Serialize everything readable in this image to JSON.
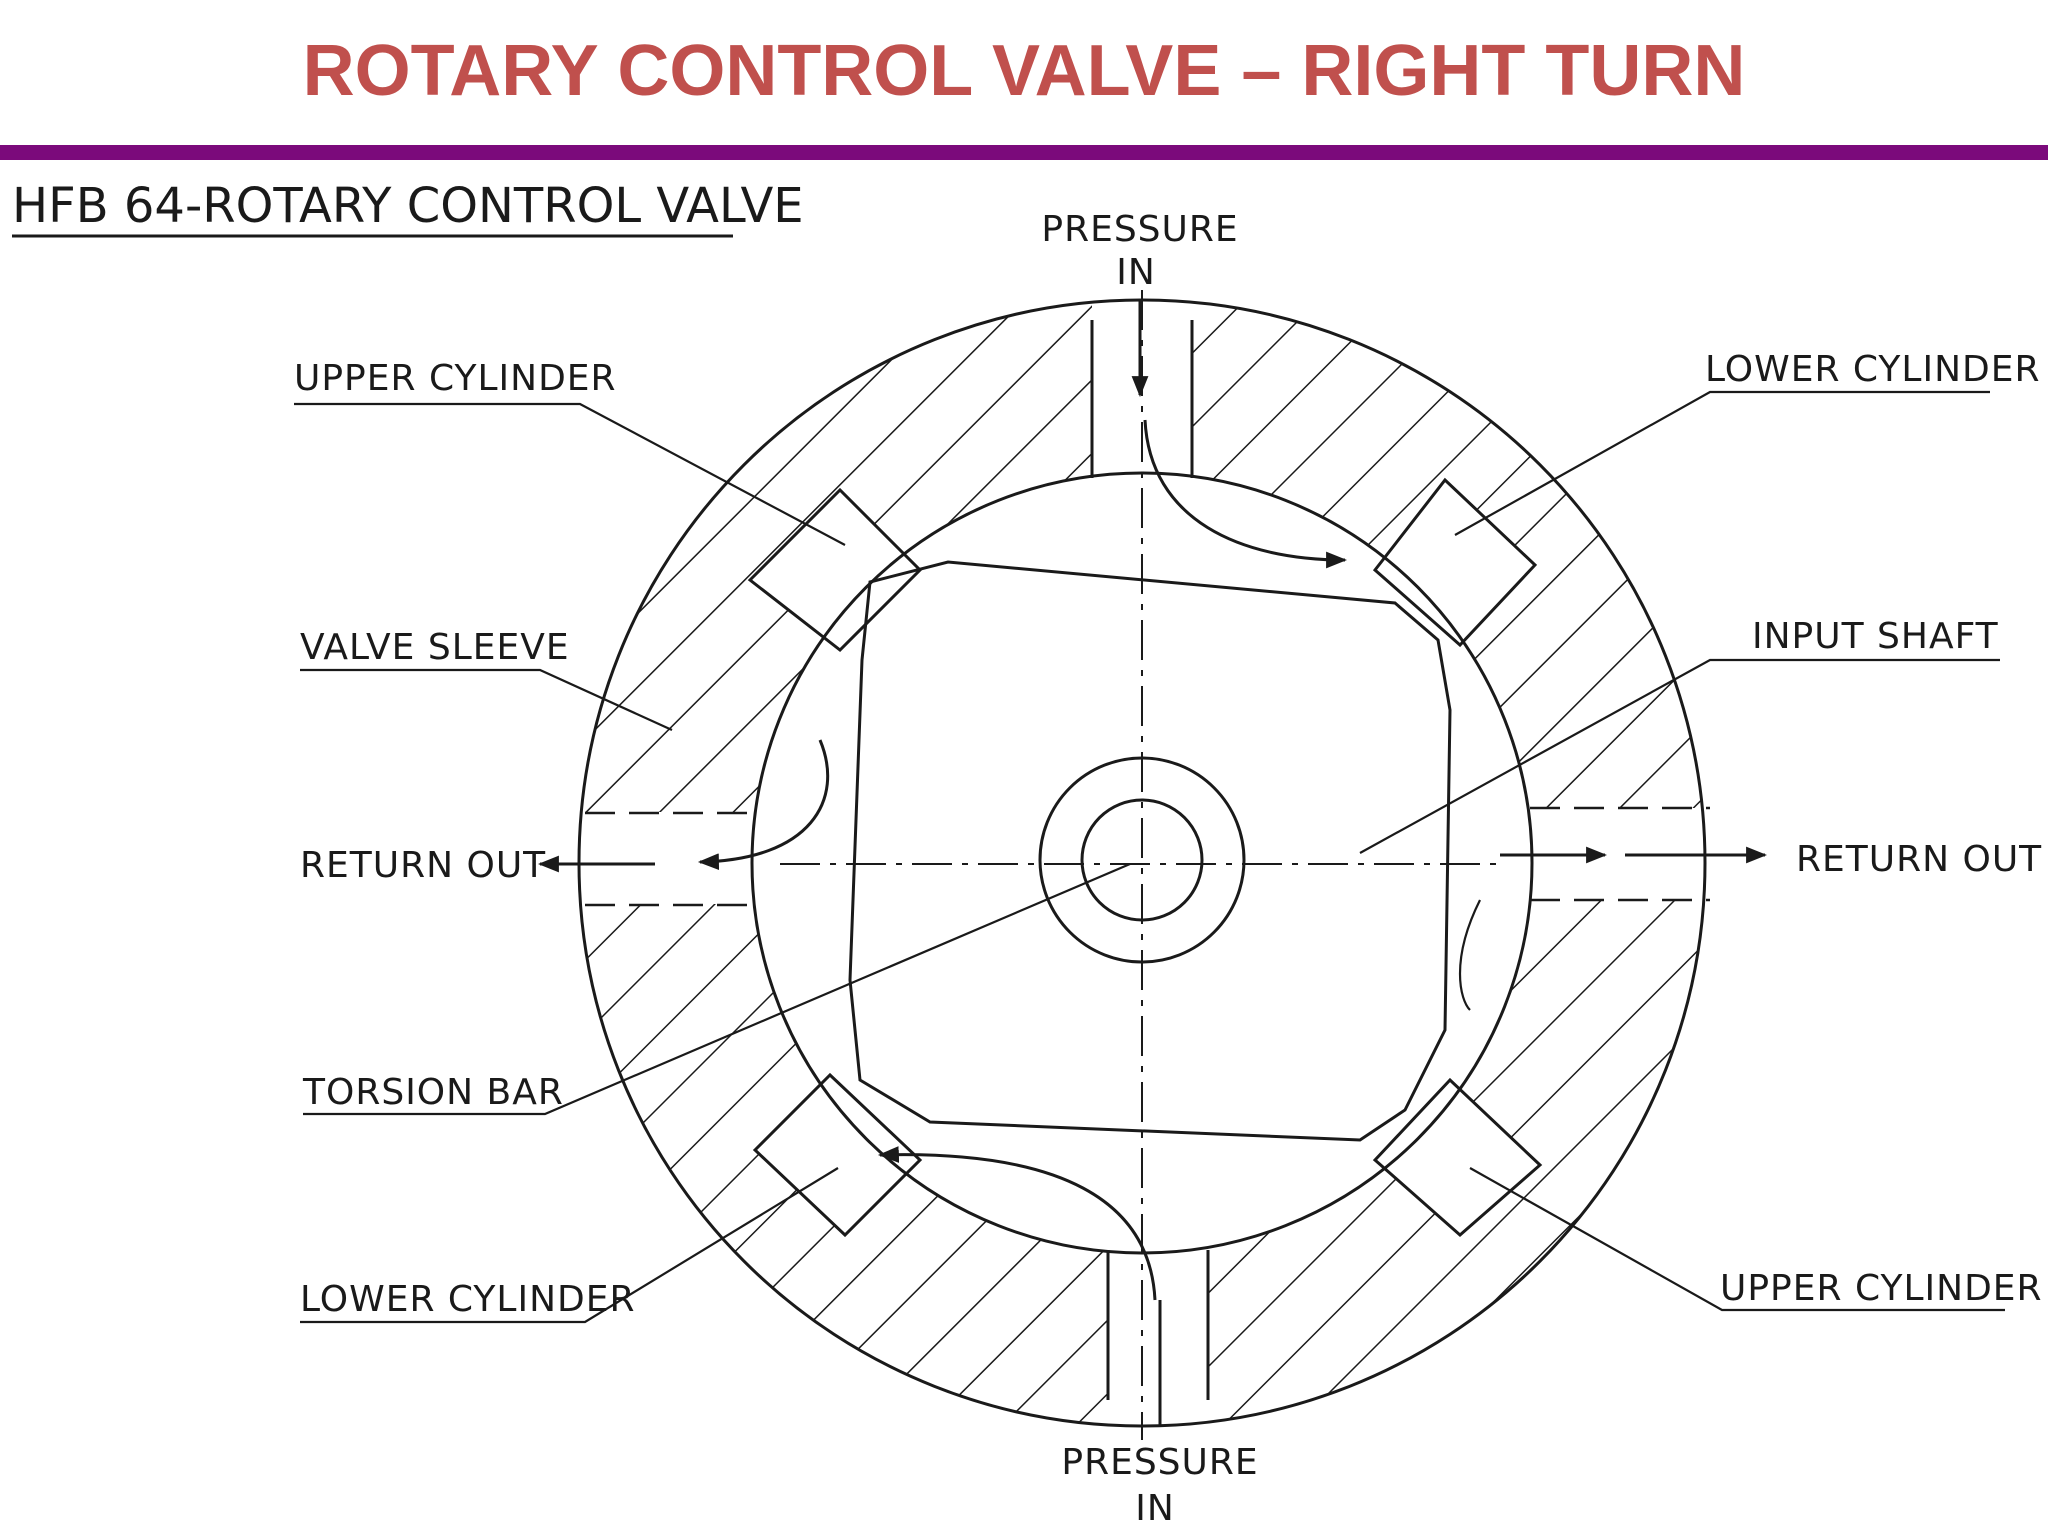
{
  "slide": {
    "title": "ROTARY CONTROL VALVE – RIGHT TURN"
  },
  "diagram": {
    "heading": "HFB 64-ROTARY CONTROL VALVE",
    "labels": {
      "pressure_in_top_1": "PRESSURE",
      "pressure_in_top_2": "IN",
      "pressure_in_bottom_1": "PRESSURE",
      "pressure_in_bottom_2": "IN",
      "upper_cylinder_left": "UPPER CYLINDER",
      "lower_cylinder_right": "LOWER CYLINDER",
      "valve_sleeve": "VALVE SLEEVE",
      "input_shaft": "INPUT SHAFT",
      "return_out_left": "RETURN OUT",
      "return_out_right": "RETURN OUT",
      "torsion_bar": "TORSION BAR",
      "lower_cylinder_left": "LOWER CYLINDER",
      "upper_cylinder_right": "UPPER CYLINDER"
    }
  },
  "colors": {
    "title": "#c0504d",
    "rule": "#7b0a7b",
    "ink": "#1a1a1a",
    "background": "#ffffff"
  }
}
